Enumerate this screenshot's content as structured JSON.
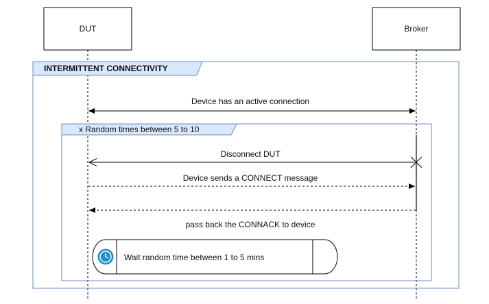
{
  "participants": {
    "dut": "DUT",
    "broker": "Broker"
  },
  "fragments": {
    "outer": "INTERMITTENT CONNECTIVITY",
    "inner": "x Random times between 5 to 10"
  },
  "messages": {
    "active_connection": "Device has an active connection",
    "disconnect": "Disconnect DUT",
    "send_connect": "Device sends a CONNECT message",
    "connack": "pass back the CONNACK to device"
  },
  "wait_step": {
    "label": "Wait random time between 1 to 5 mins",
    "icon": "clock-icon"
  },
  "colors": {
    "frame": "#6c8ebf",
    "label_tab": "#dae8fc",
    "clock": "#1f8fd1"
  }
}
